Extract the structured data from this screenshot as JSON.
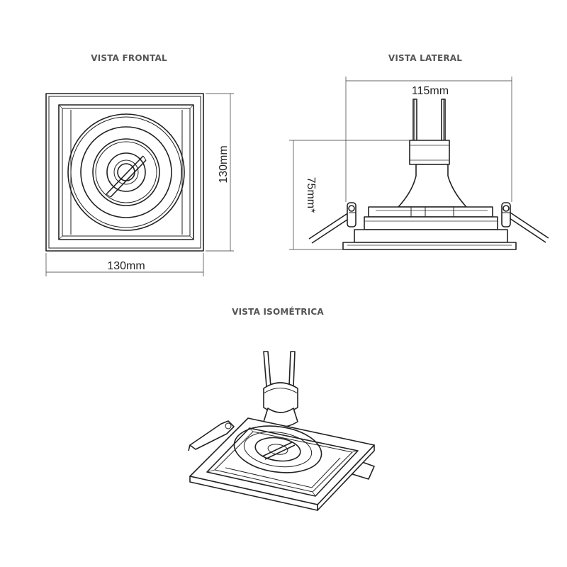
{
  "views": {
    "front": {
      "title": "VISTA FRONTAL",
      "width_label": "130mm",
      "height_label": "130mm"
    },
    "side": {
      "title": "VISTA LATERAL",
      "width_label": "115mm",
      "height_label": "75mm*"
    },
    "iso": {
      "title": "VISTA ISOMÉTRICA"
    }
  }
}
